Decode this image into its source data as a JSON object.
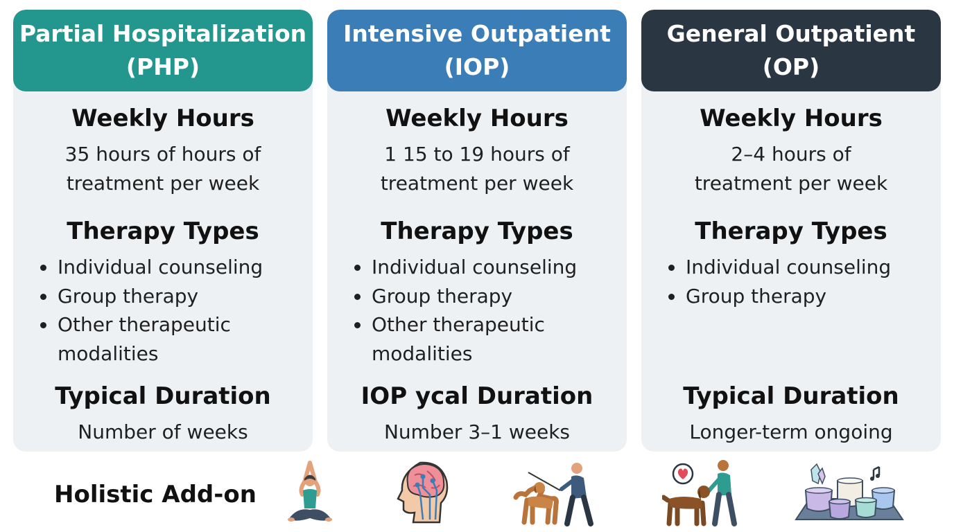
{
  "cards": [
    {
      "title_line1": "Partial Hospitalization",
      "title_line2": "(PHP)",
      "hours_heading": "Weekly Hours",
      "hours_line1": "35 hours of hours of",
      "hours_line2": "treatment per week",
      "therapy_heading": "Therapy Types",
      "therapies": [
        "Individual counseling",
        "Group therapy",
        "Other therapeutic modalities"
      ],
      "duration_heading": "Typical Duration",
      "duration_text": "Number of weeks",
      "color": "#23978d"
    },
    {
      "title_line1": "Intensive Outpatient",
      "title_line2": "(IOP)",
      "hours_heading": "Weekly Hours",
      "hours_line1": "1 15 to 19 hours of",
      "hours_line2": "treatment per week",
      "therapy_heading": "Therapy Types",
      "therapies": [
        "Individual counseling",
        "Group therapy",
        "Other therapeutic modalities"
      ],
      "duration_heading": "IOP ycal Duration",
      "duration_text": "Number 3–1 weeks",
      "color": "#3b7db7"
    },
    {
      "title_line1": "General Outpatient",
      "title_line2": "(OP)",
      "hours_heading": "Weekly Hours",
      "hours_line1": "2–4 hours of",
      "hours_line2": "treatment per week",
      "therapy_heading": "Therapy Types",
      "therapies": [
        "Individual counseling",
        "Group therapy"
      ],
      "duration_heading": "Typical Duration",
      "duration_text": "Longer-term ongoing",
      "color": "#2b3643"
    }
  ],
  "holistic": {
    "label": "Holistic Add-on",
    "icons": [
      "yoga-icon",
      "brain-icon",
      "dog-walking-icon",
      "therapy-dog-icon",
      "sound-bowls-icon"
    ]
  }
}
